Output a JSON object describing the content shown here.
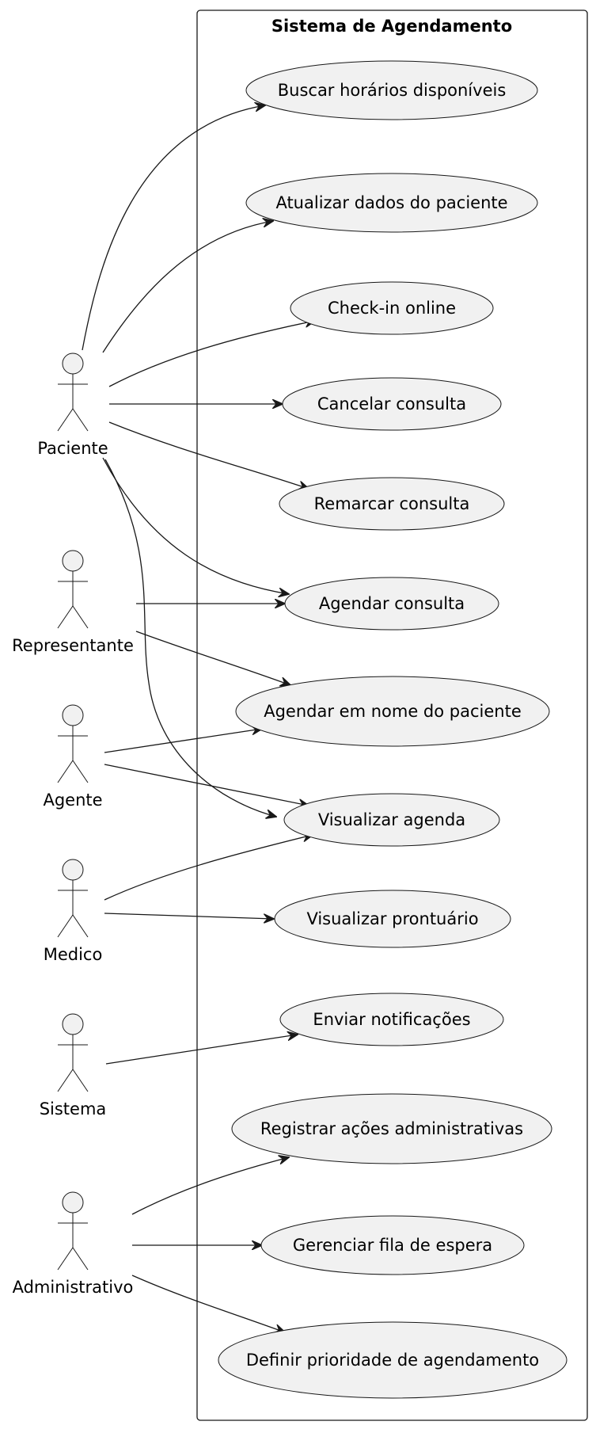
{
  "system": {
    "title": "Sistema de Agendamento"
  },
  "actors": {
    "paciente": "Paciente",
    "representante": "Representante",
    "agente": "Agente",
    "medico": "Medico",
    "sistema": "Sistema",
    "administrativo": "Administrativo"
  },
  "use_cases": {
    "buscar": "Buscar horários disponíveis",
    "atualizar": "Atualizar dados do paciente",
    "checkin": "Check-in online",
    "cancelar": "Cancelar consulta",
    "remarcar": "Remarcar consulta",
    "agendar": "Agendar consulta",
    "agendar_nome": "Agendar em nome do paciente",
    "visualizar_agenda": "Visualizar agenda",
    "visualizar_prontuario": "Visualizar prontuário",
    "notificacoes": "Enviar notificações",
    "registrar": "Registrar ações administrativas",
    "fila": "Gerenciar fila de espera",
    "prioridade": "Definir prioridade de agendamento"
  },
  "associations": [
    [
      "paciente",
      "buscar"
    ],
    [
      "paciente",
      "atualizar"
    ],
    [
      "paciente",
      "checkin"
    ],
    [
      "paciente",
      "cancelar"
    ],
    [
      "paciente",
      "remarcar"
    ],
    [
      "paciente",
      "agendar"
    ],
    [
      "paciente",
      "visualizar_agenda"
    ],
    [
      "representante",
      "agendar"
    ],
    [
      "representante",
      "agendar_nome"
    ],
    [
      "agente",
      "agendar_nome"
    ],
    [
      "agente",
      "visualizar_agenda"
    ],
    [
      "medico",
      "visualizar_agenda"
    ],
    [
      "medico",
      "visualizar_prontuario"
    ],
    [
      "sistema",
      "notificacoes"
    ],
    [
      "administrativo",
      "registrar"
    ],
    [
      "administrativo",
      "fila"
    ],
    [
      "administrativo",
      "prioridade"
    ]
  ]
}
